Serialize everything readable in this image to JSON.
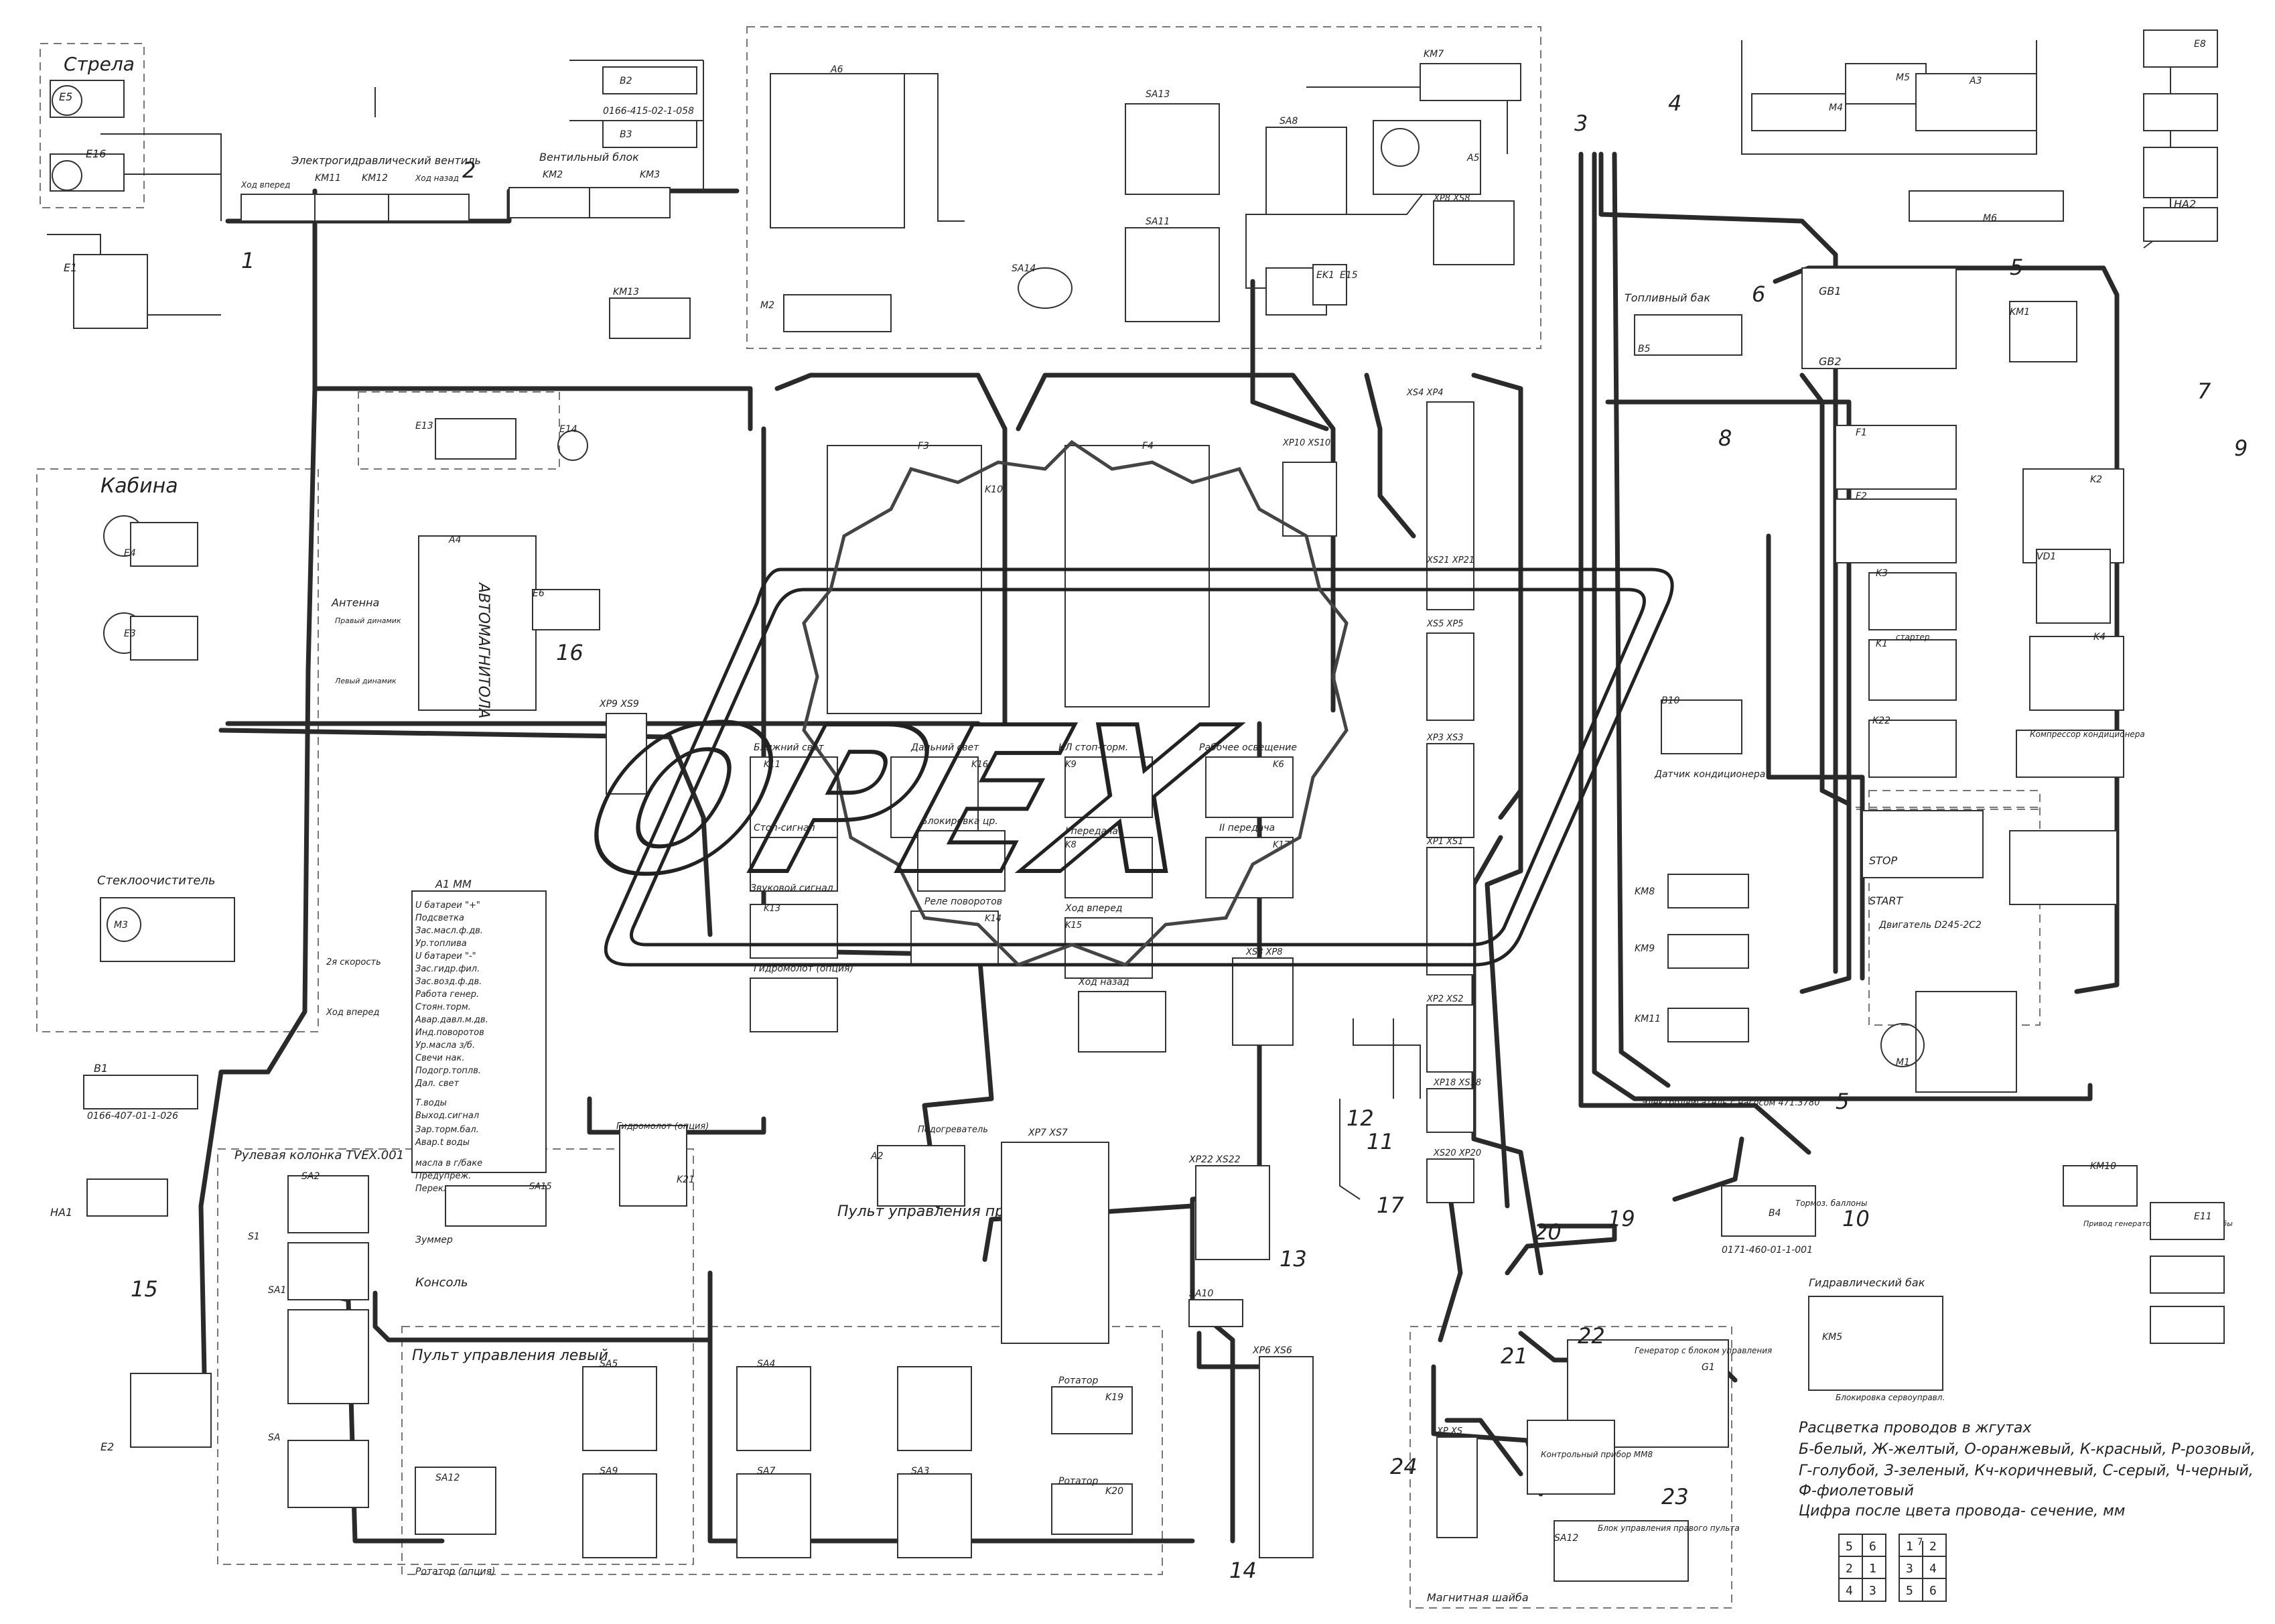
{
  "diagram": {
    "sections": {
      "strela": "Стрела",
      "kabina": "Кабина",
      "steklo": "Стеклоочиститель",
      "rul": "Рулевая колонка TVEX.001",
      "pult_left": "Пульт управления левый",
      "pult_right": "Пульт управления правый",
      "konsol": "Консоль",
      "toplivny": "Топливный бак",
      "gidrobak": "Гидравлический бак",
      "magnitnaya": "Магнитная шайба",
      "avtomagnitola": "АВТОМАГНИТОЛА",
      "antenna": "Антенна"
    },
    "components": {
      "e1": "E1",
      "e2": "E2",
      "e3": "E3",
      "e4": "E4",
      "e5": "E5",
      "e6": "E6",
      "e13": "E13",
      "e14": "E14",
      "e15": "E15",
      "e16": "E16",
      "a1": "A1   MM",
      "a2": "A2",
      "a3": "A3",
      "a4": "A4",
      "a5": "A5",
      "a6": "A6",
      "b1": "B1",
      "b2": "B2",
      "b3": "B3",
      "b4": "B4",
      "b5": "B5",
      "b10": "B10",
      "ha1": "HA1",
      "ha2": "HA2",
      "m1": "M1",
      "m2": "M2",
      "m3": "M3",
      "m4": "M4",
      "m5": "M5",
      "m6": "M6",
      "gb1": "GB1",
      "gb2": "GB2",
      "g1": "G1",
      "ek1": "EK1",
      "vd1": "VD1",
      "km1": "KM1",
      "km2": "KM2",
      "km3": "KM3",
      "km5": "KM5",
      "km7": "KM7",
      "km8": "KM8",
      "km9": "KM9",
      "km10": "KM10",
      "km11": "KM11",
      "km12": "KM12",
      "km13": "KM13",
      "sa1": "SA1",
      "sa2": "SA2",
      "sa3": "SA3",
      "sa4": "SA4",
      "sa5": "SA5",
      "sa7": "SA7",
      "sa8": "SA8",
      "sa9": "SA9",
      "sa10": "SA10",
      "sa11": "SA11",
      "sa12": "SA12",
      "sa13": "SA13",
      "sa14": "SA14",
      "sa15": "SA15",
      "f1": "F1",
      "f2": "F2",
      "f3": "F3",
      "f4": "F4",
      "k1": "K1",
      "k2": "K2",
      "k3": "K3",
      "k4": "K4",
      "k6": "K6",
      "k8": "K8",
      "k9": "K9",
      "k10": "K10",
      "k11": "K11",
      "k13": "K13",
      "k14": "K14",
      "k15": "K15",
      "k16": "K16",
      "k17": "K17",
      "k19": "K19",
      "k20": "K20",
      "k21": "K21",
      "k22": "K22",
      "s1": "S1"
    },
    "connectors": {
      "xp9": "XP9   XS9",
      "xp10": "XP10   XS10",
      "xs4": "XS4 XP4",
      "xs5": "XS5 XP5",
      "xs21": "XS21 XP21",
      "xp3": "XP3 XS3",
      "xp1": "XP1 XS1",
      "xp2": "XP2 XS2",
      "xp18": "XP18 XS18",
      "xs20": "XS20 XP20",
      "xp7": "XP7   XS7",
      "xp22": "XP22   XS22",
      "xs8": "XS8 XP8",
      "xp6": "XP6 XS6",
      "xp8x": "XP8   XS8",
      "xpxs": "XP   XS"
    },
    "labels": {
      "electro_valve": "Электрогидравлический вентиль",
      "hod_vpered": "Ход вперед",
      "hod_nazad": "Ход назад",
      "vent_blok": "Вентильный блок",
      "blizh": "Ближний свет",
      "dalny": "Дальний свет",
      "stop_signal": "Стоп-сигнал",
      "blokirovka": "Блокировка цр.",
      "zvuk": "Звуковой сигнал",
      "rele_pov": "Реле поворотов",
      "gidromolot": "Гидромолот (опция)",
      "kl_stop": "КЛ стоп-торм.",
      "rabochee": "Рабочее освещение",
      "ii_per": "II передача",
      "i_per": "I передача",
      "hod_vpered2": "Ход вперед",
      "hod_nazad2": "Ход назад",
      "podogrevatel": "Подогреватель",
      "zummer": "Зуммер",
      "rotator": "Ротатор",
      "rotator_opc": "Ротатор (опция)",
      "dvigatel": "Двигатель D245-2C2",
      "kompressor": "Компрессор кондиционера",
      "datchik": "Датчик кондиционера",
      "starter": "стартер",
      "gen": "Генератор с блоком управления",
      "kontr": "Контрольный прибор ММ8",
      "blok_upr": "Блок управления правого пульта",
      "tormoz": "Тормоз. баллоны",
      "privod_gen": "Привод генератора магнитной шайбы",
      "blokirovka_serv": "Блокировка сервоуправл.",
      "elektro": "Электродвигатель с насосом 471.3780",
      "pravy_din": "Правый динамик",
      "levy_din": "Левый динамик",
      "part1": "0166-415-02-1-058",
      "part2": "0166-407-01-1-026",
      "part3": "0171-460-01-1-001",
      "stop_key": "STOP",
      "start_key": "START"
    },
    "a1_rows": [
      "U батареи \"+\"",
      "Подсветка",
      "Зас.масл.ф.дв.",
      "Ур.топлива",
      "U батареи \"-\"",
      "Зас.гидр.фил.",
      "Зас.возд.ф.дв.",
      "Работа генер.",
      "Стоян.торм.",
      "Авар.давл.м.дв.",
      "Инд.поворотов",
      "Ур.масла з/б.",
      "Свечи нак.",
      "Подогр.топлв.",
      "Дал. свет",
      "Т.воды",
      "Выход.сигнал",
      "Зар.торм.бал.",
      "Авар.t воды",
      "масла в г/баке",
      "Предупреж.",
      "Перекл.режима"
    ],
    "a1_side": [
      "2я скорость",
      "Ход вперед"
    ],
    "callouts": [
      "1",
      "2",
      "3",
      "4",
      "5",
      "5",
      "6",
      "7",
      "8",
      "9",
      "10",
      "11",
      "12",
      "13",
      "14",
      "15",
      "16",
      "17",
      "19",
      "20",
      "21",
      "22",
      "23",
      "24"
    ],
    "legend": {
      "title": "Расцветка проводов в жгутах",
      "line1": "Б-белый, Ж-желтый, О-оранжевый, К-красный, Р-розовый,",
      "line2": "Г-голубой, З-зеленый, Кч-коричневый, С-серый, Ч-черный,",
      "line3": "Ф-фиолетовый",
      "line4": "Цифра после цвета провода- сечение, мм"
    },
    "pin_grid_a": [
      "5",
      "6",
      "2",
      "1",
      "4",
      "3"
    ],
    "pin_grid_b": [
      "1",
      "2",
      "3",
      "4",
      "5",
      "6",
      "7"
    ],
    "watermark": "OPEX"
  }
}
